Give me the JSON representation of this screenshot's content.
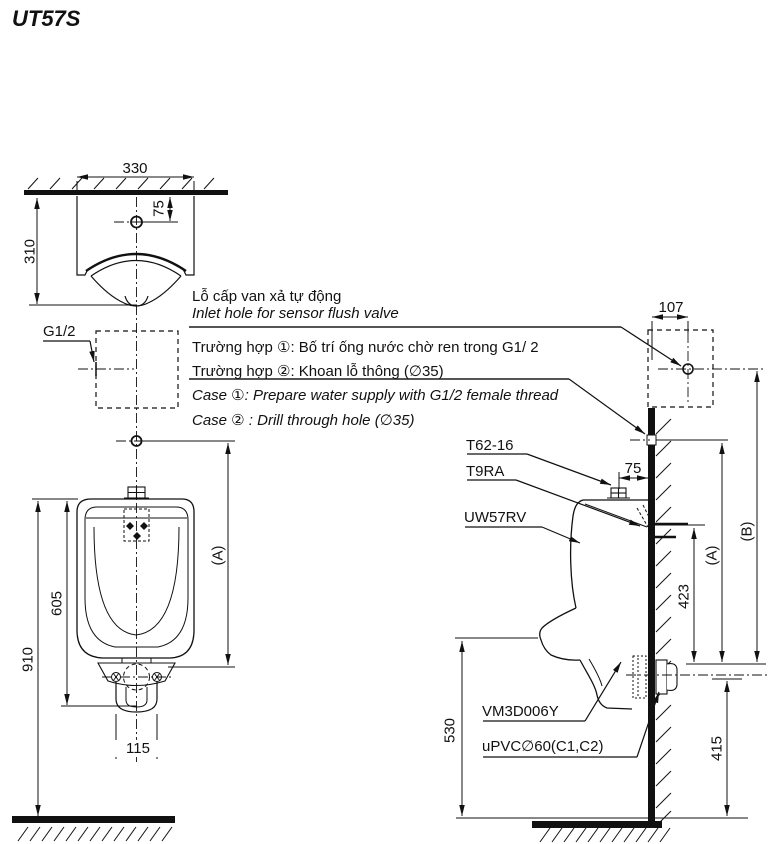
{
  "title": "UT57S",
  "colors": {
    "ink": "#111111",
    "leader_gray": "#555555"
  },
  "notes": {
    "inlet_vi": "Lỗ cấp van xả tự động",
    "inlet_en": "Inlet hole for sensor flush valve",
    "case1_vi": "Trường hợp ①: Bố trí ống nước chờ ren trong G1/ 2",
    "case2_vi": "Trường hợp ②: Khoan lỗ thông (∅35)",
    "case1_en": "Case ①: Prepare water supply with G1/2 female thread",
    "case2_en": "Case ② : Drill through hole (∅35)"
  },
  "dimensions": {
    "top_width": "330",
    "top_depth": "310",
    "top_inlet_offset": "75",
    "front_overall_height": "910",
    "front_body_height": "605",
    "front_trap_width": "115",
    "side_inlet_wall_offset": "107",
    "side_bracket_offset": "75",
    "side_rim_to_outlet": "423",
    "side_outlet_height": "415",
    "side_lip_height": "530",
    "dim_a": "(A)",
    "dim_b": "(B)"
  },
  "part_labels": {
    "thread": "G1/2",
    "bracket": "T62-16",
    "spreader": "T9RA",
    "body": "UW57RV",
    "trap": "VM3D006Y",
    "pipe": "uPVC∅60(C1,C2)"
  }
}
